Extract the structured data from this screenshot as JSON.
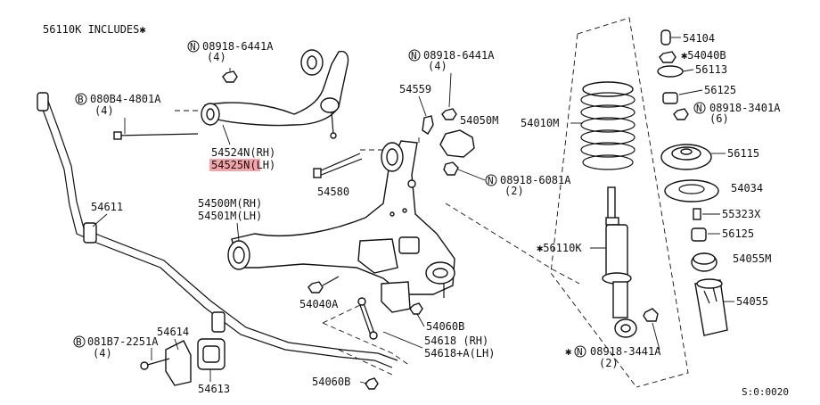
{
  "header": {
    "includes": "56110K INCLUDES✱"
  },
  "highlight_color": "#f4a3a8",
  "labels": {
    "bolt_top": {
      "code": "08918-6441A",
      "qty": "(4)"
    },
    "bolt_left": {
      "code": "080B4-4801A",
      "qty": "(4)"
    },
    "upper_arm_rh": "54524N(RH)",
    "upper_arm_lh": "54525N(LH)",
    "bolt_54580": "54580",
    "nut_mid": {
      "code": "08918-6441A",
      "qty": "(4)"
    },
    "p54559": "54559",
    "p54050m": "54050M",
    "nut_6081": {
      "code": "08918-6081A",
      "qty": "(2)"
    },
    "p54010m": "54010M",
    "p54104": "54104",
    "p54040b": "✱54040B",
    "p56113": "56113",
    "p56125a": "56125",
    "nut_3401": {
      "code": "08918-3401A",
      "qty": "(6)"
    },
    "p56115": "56115",
    "p54034": "54034",
    "p55323x": "55323X",
    "p56125b": "56125",
    "p54055m": "54055M",
    "p54055": "54055",
    "strut": "✱56110K",
    "nut_3441": {
      "prefix": "✱",
      "code": "08918-3441A",
      "qty": "(2)"
    },
    "stabilizer": "54611",
    "lower_arm_rh": "54500M(RH)",
    "lower_arm_lh": "54501M(LH)",
    "p54040a": "54040A",
    "p54060b_a": "54060B",
    "link_rh": "54618   (RH)",
    "link_lh": "54618+A(LH)",
    "p54060b_b": "54060B",
    "p54614": "54614",
    "bolt_2251": {
      "code": "081B7-2251A",
      "qty": "(4)"
    },
    "p54613": "54613",
    "ref_code": "S:0:0020"
  },
  "icons": {
    "n_marker": "N",
    "b_marker": "B"
  }
}
